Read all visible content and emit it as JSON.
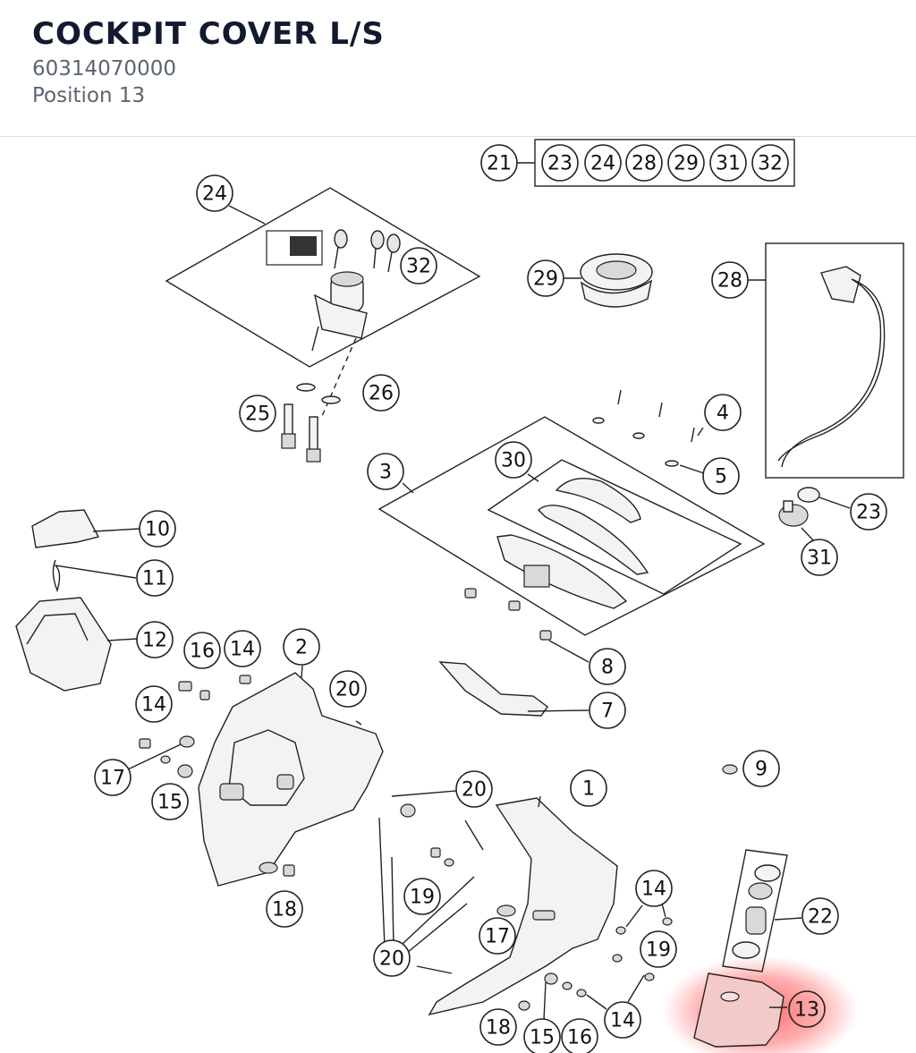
{
  "header": {
    "title": "COCKPIT COVER L/S",
    "part_number": "60314070000",
    "position": "Position 13"
  },
  "colors": {
    "title": "#111a2e",
    "subtitle": "#5b6472",
    "highlight": "#ff4d4d"
  },
  "highlighted_callout": "13",
  "callouts": [
    {
      "label": "21"
    },
    {
      "label": "23"
    },
    {
      "label": "24"
    },
    {
      "label": "28"
    },
    {
      "label": "29"
    },
    {
      "label": "31"
    },
    {
      "label": "32"
    },
    {
      "label": "24"
    },
    {
      "label": "32"
    },
    {
      "label": "29"
    },
    {
      "label": "28"
    },
    {
      "label": "26"
    },
    {
      "label": "25"
    },
    {
      "label": "4"
    },
    {
      "label": "3"
    },
    {
      "label": "30"
    },
    {
      "label": "5"
    },
    {
      "label": "23"
    },
    {
      "label": "31"
    },
    {
      "label": "10"
    },
    {
      "label": "11"
    },
    {
      "label": "12"
    },
    {
      "label": "16"
    },
    {
      "label": "14"
    },
    {
      "label": "2"
    },
    {
      "label": "20"
    },
    {
      "label": "14"
    },
    {
      "label": "8"
    },
    {
      "label": "7"
    },
    {
      "label": "17"
    },
    {
      "label": "15"
    },
    {
      "label": "9"
    },
    {
      "label": "20"
    },
    {
      "label": "1"
    },
    {
      "label": "19"
    },
    {
      "label": "18"
    },
    {
      "label": "14"
    },
    {
      "label": "22"
    },
    {
      "label": "17"
    },
    {
      "label": "19"
    },
    {
      "label": "20"
    },
    {
      "label": "14"
    },
    {
      "label": "18"
    },
    {
      "label": "15"
    },
    {
      "label": "16"
    },
    {
      "label": "13"
    }
  ]
}
